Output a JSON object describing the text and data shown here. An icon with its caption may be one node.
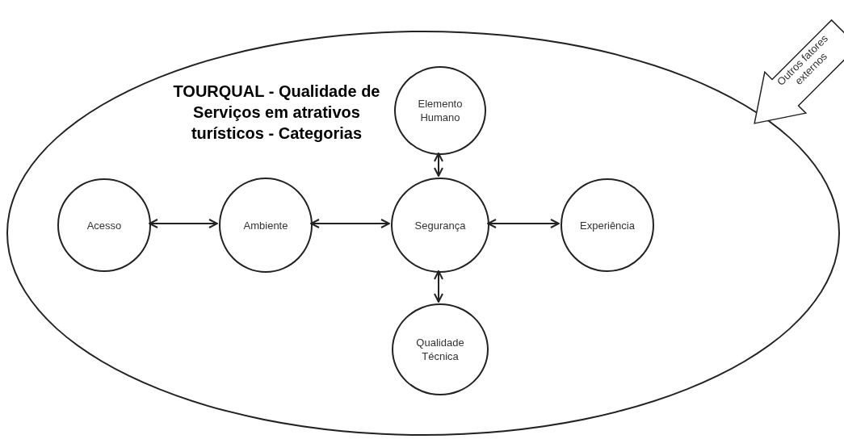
{
  "diagram": {
    "nodes": [
      {
        "text": [
          "TOURQUAL - Qualidade de Serviços em atrativos turísticos - Categorias"
        ]
      },
      {
        "text": [
          "Elemento Humano"
        ],
        "in": 0
      },
      {
        "text": [
          "Acesso"
        ],
        "in": 0
      },
      {
        "text": [
          "Ambiente"
        ],
        "in": 0
      },
      {
        "text": [
          "Segurança"
        ],
        "in": 0
      },
      {
        "text": [
          "Experiência"
        ],
        "in": 0
      },
      {
        "text": [
          "Qualidade Técnica"
        ],
        "in": 0
      },
      {
        "text": [
          "Outros fatores externos"
        ]
      }
    ],
    "edges": [
      {
        "from": 2,
        "to": 3,
        "arrow": "both"
      },
      {
        "from": 3,
        "to": 4,
        "arrow": "both"
      },
      {
        "from": 4,
        "to": 5,
        "arrow": "both"
      },
      {
        "from": 1,
        "to": 4,
        "arrow": "both"
      },
      {
        "from": 4,
        "to": 6,
        "arrow": "both"
      }
    ]
  }
}
